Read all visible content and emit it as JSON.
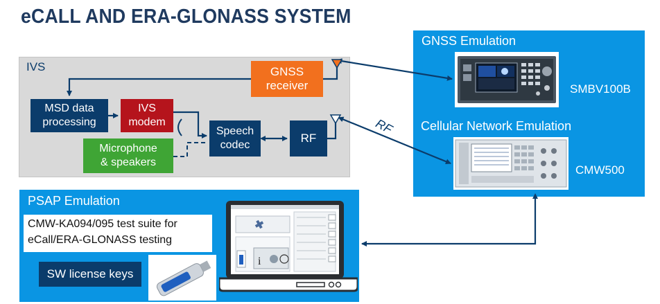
{
  "title": "eCALL AND ERA-GLONASS SYSTEM",
  "ivs": {
    "label": "IVS",
    "gnss_receiver": "GNSS\nreceiver",
    "msd": "MSD data\nprocessing",
    "ivs_modem": "IVS\nmodem",
    "microphone": "Microphone\n& speakers",
    "speech_codec": "Speech\ncodec",
    "rf": "RF"
  },
  "rf_link_label": "RF",
  "gnss_emulation": {
    "label": "GNSS Emulation",
    "device_name": "SMBV100B"
  },
  "cellular_emulation": {
    "label": "Cellular Network Emulation",
    "device_name": "CMW500"
  },
  "psap": {
    "label": "PSAP Emulation",
    "test_suite": "CMW-KA094/095 test suite for\neCall/ERA-GLONASS testing",
    "sw_license": "SW license keys"
  },
  "colors": {
    "title": "#1f3a5f",
    "navy": "#0b3c6b",
    "orange": "#f2701e",
    "red": "#b5141c",
    "green": "#3fa535",
    "sky": "#0a95e3"
  }
}
